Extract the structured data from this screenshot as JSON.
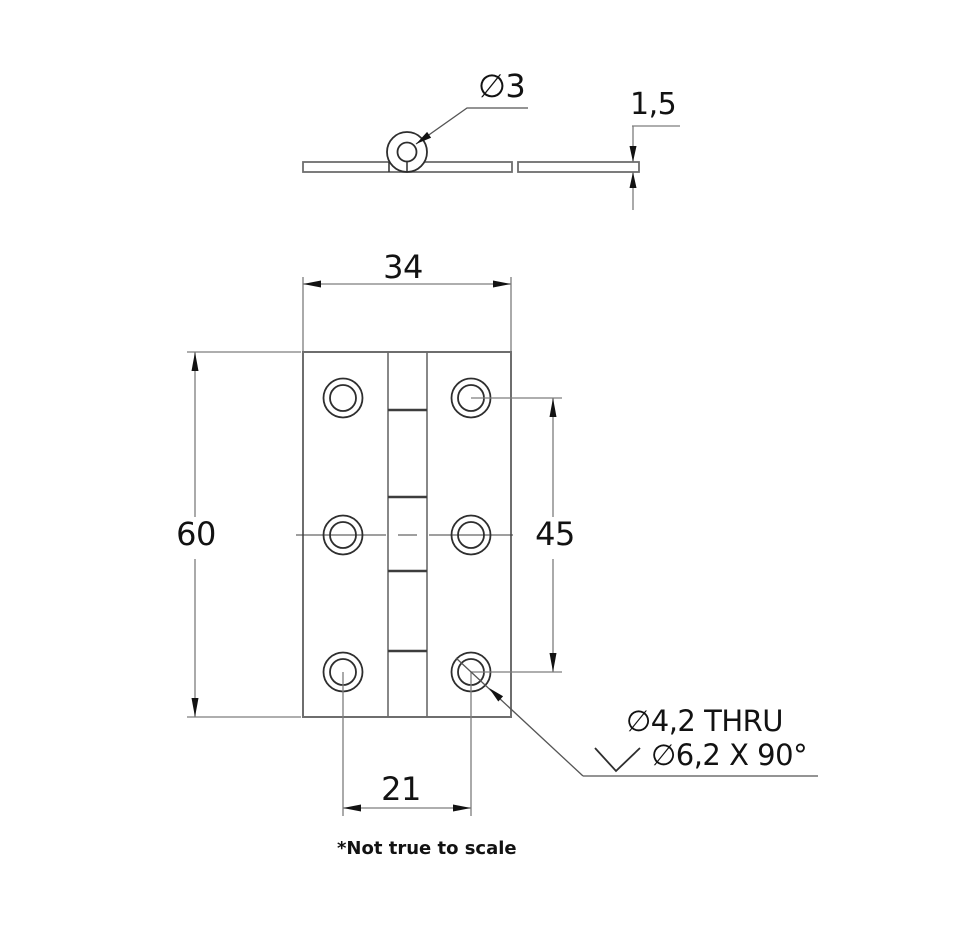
{
  "drawing": {
    "top_view": {
      "pin_diameter_label": "∅3",
      "thickness_label": "1,5"
    },
    "front_view": {
      "width_label": "34",
      "height_label": "60",
      "row_spacing_label": "45",
      "column_spacing_label": "21",
      "callout": {
        "line1": "∅4,2 THRU",
        "line2": "∅6,2 X 90°"
      }
    },
    "note": "*Not true to scale",
    "symbols": {
      "diameter": "∅",
      "countersink": "countersink-v-symbol"
    },
    "colors": {
      "background": "#ffffff",
      "object_line": "#6e6e6e",
      "detail_line": "#2e2e2e",
      "knuckle_divider": "#3d3d3d",
      "dimension_line": "#7d7d7d",
      "text_and_arrows": "#121212"
    }
  }
}
